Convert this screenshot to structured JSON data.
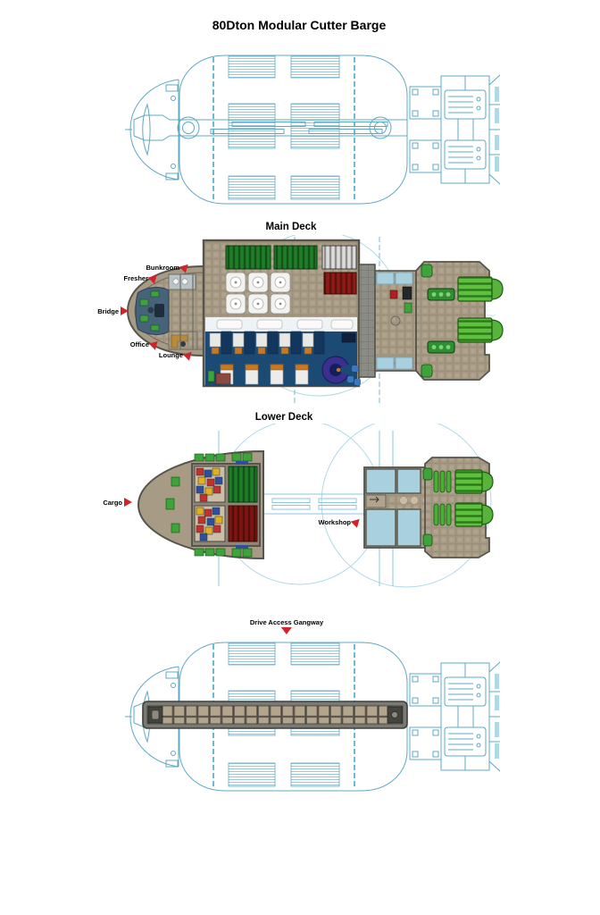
{
  "title": "80Dton Modular Cutter Barge",
  "views": {
    "top_outline": {
      "description": "dorsal outline view"
    },
    "main_deck": {
      "title": "Main Deck",
      "callouts": [
        {
          "label": "Bunkroom"
        },
        {
          "label": "Fresher"
        },
        {
          "label": "Bridge"
        },
        {
          "label": "Office"
        },
        {
          "label": "Lounge"
        }
      ]
    },
    "lower_deck": {
      "title": "Lower Deck",
      "callouts": [
        {
          "label": "Cargo"
        },
        {
          "label": "Workshop"
        }
      ]
    },
    "ventral_outline": {
      "callouts": [
        {
          "label": "Drive Access Gangway"
        }
      ]
    }
  },
  "colors": {
    "outline_blue": "#5fa8c4",
    "outline_blue_light": "#a8d4e4",
    "arrow_red": "#d2232a",
    "hull_tan": "#a89b85",
    "floor_tan_grid": "#a99c86",
    "wall_grey": "#55554d",
    "lounge_blue": "#1b4a74",
    "bridge_slate": "#46637a",
    "drive_green": "#5fbf3f",
    "machine_green": "#3fa33c",
    "container_green": "#1e7e28",
    "container_red": "#8e1b15",
    "panel_cyan": "#a9d0de",
    "gangway_grey": "#7a7a74",
    "gangway_floor": "#b3a58c",
    "couch_purple": "#3a2f8f",
    "accent_orange": "#c87820"
  }
}
